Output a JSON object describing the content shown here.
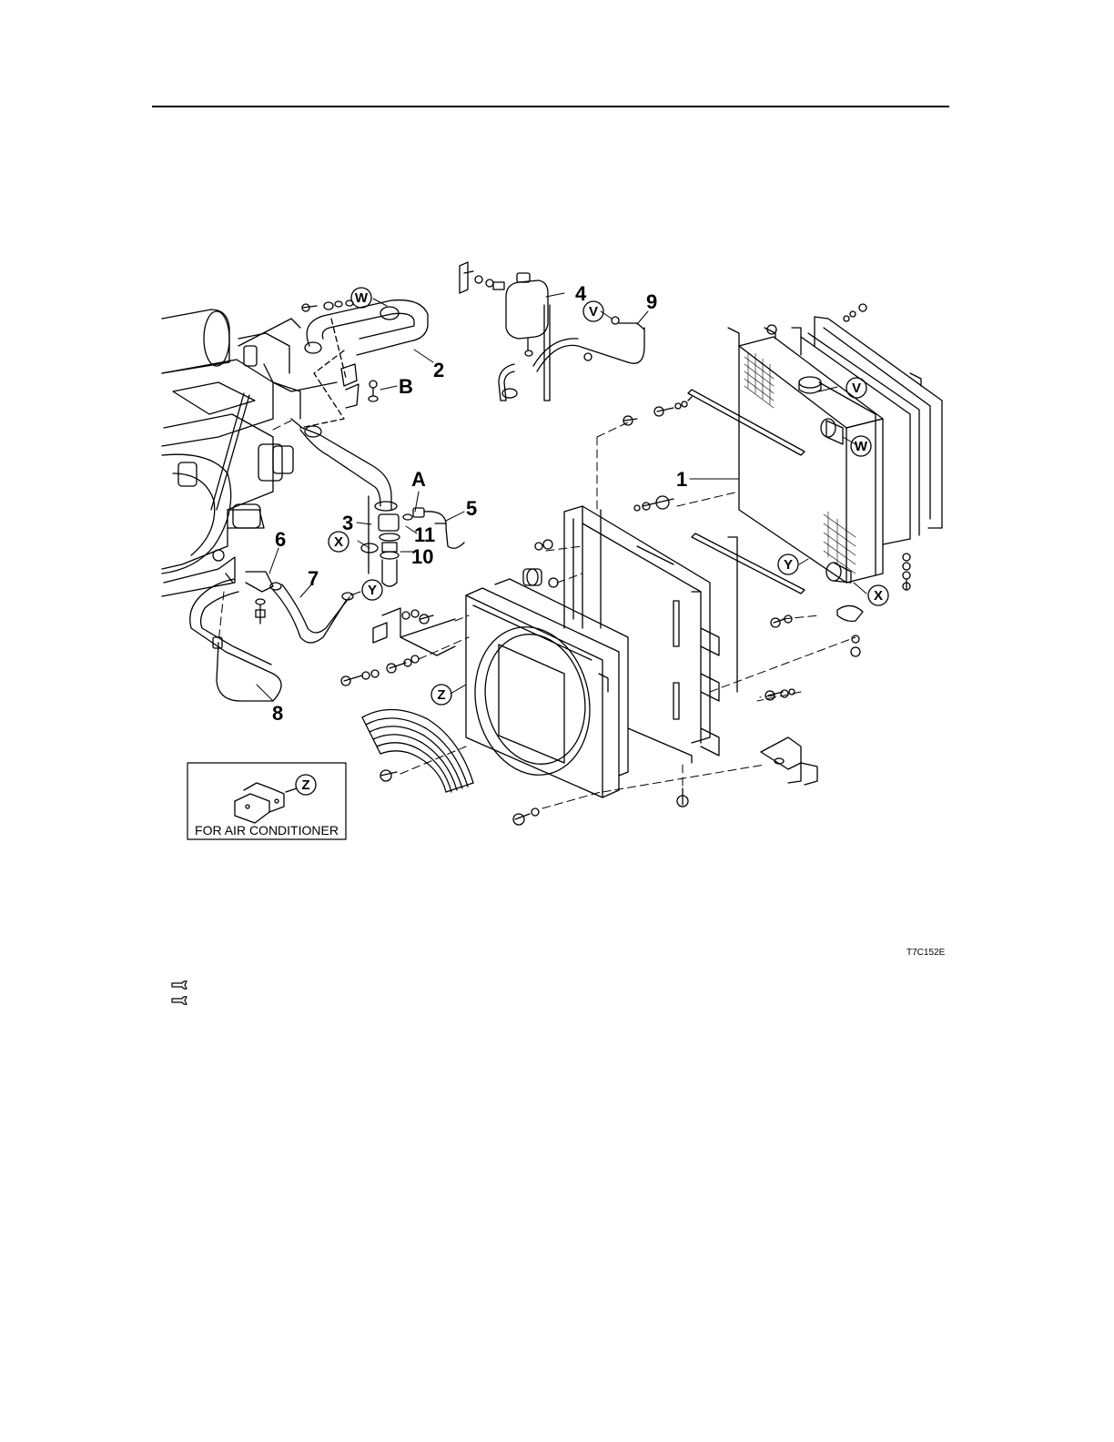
{
  "callouts": {
    "p1": "1",
    "p2": "2",
    "p3": "3",
    "p4": "4",
    "p5": "5",
    "p6": "6",
    "p7": "7",
    "p8": "8",
    "p9": "9",
    "p10": "10",
    "p11": "11",
    "A": "A",
    "B": "B"
  },
  "connections": {
    "V": "V",
    "W": "W",
    "X": "X",
    "Y": "Y",
    "Z": "Z"
  },
  "inset": {
    "caption": "FOR AIR CONDITIONER"
  },
  "figure_code": "T7C152E",
  "icons": {
    "torque": "wrench-icon"
  }
}
